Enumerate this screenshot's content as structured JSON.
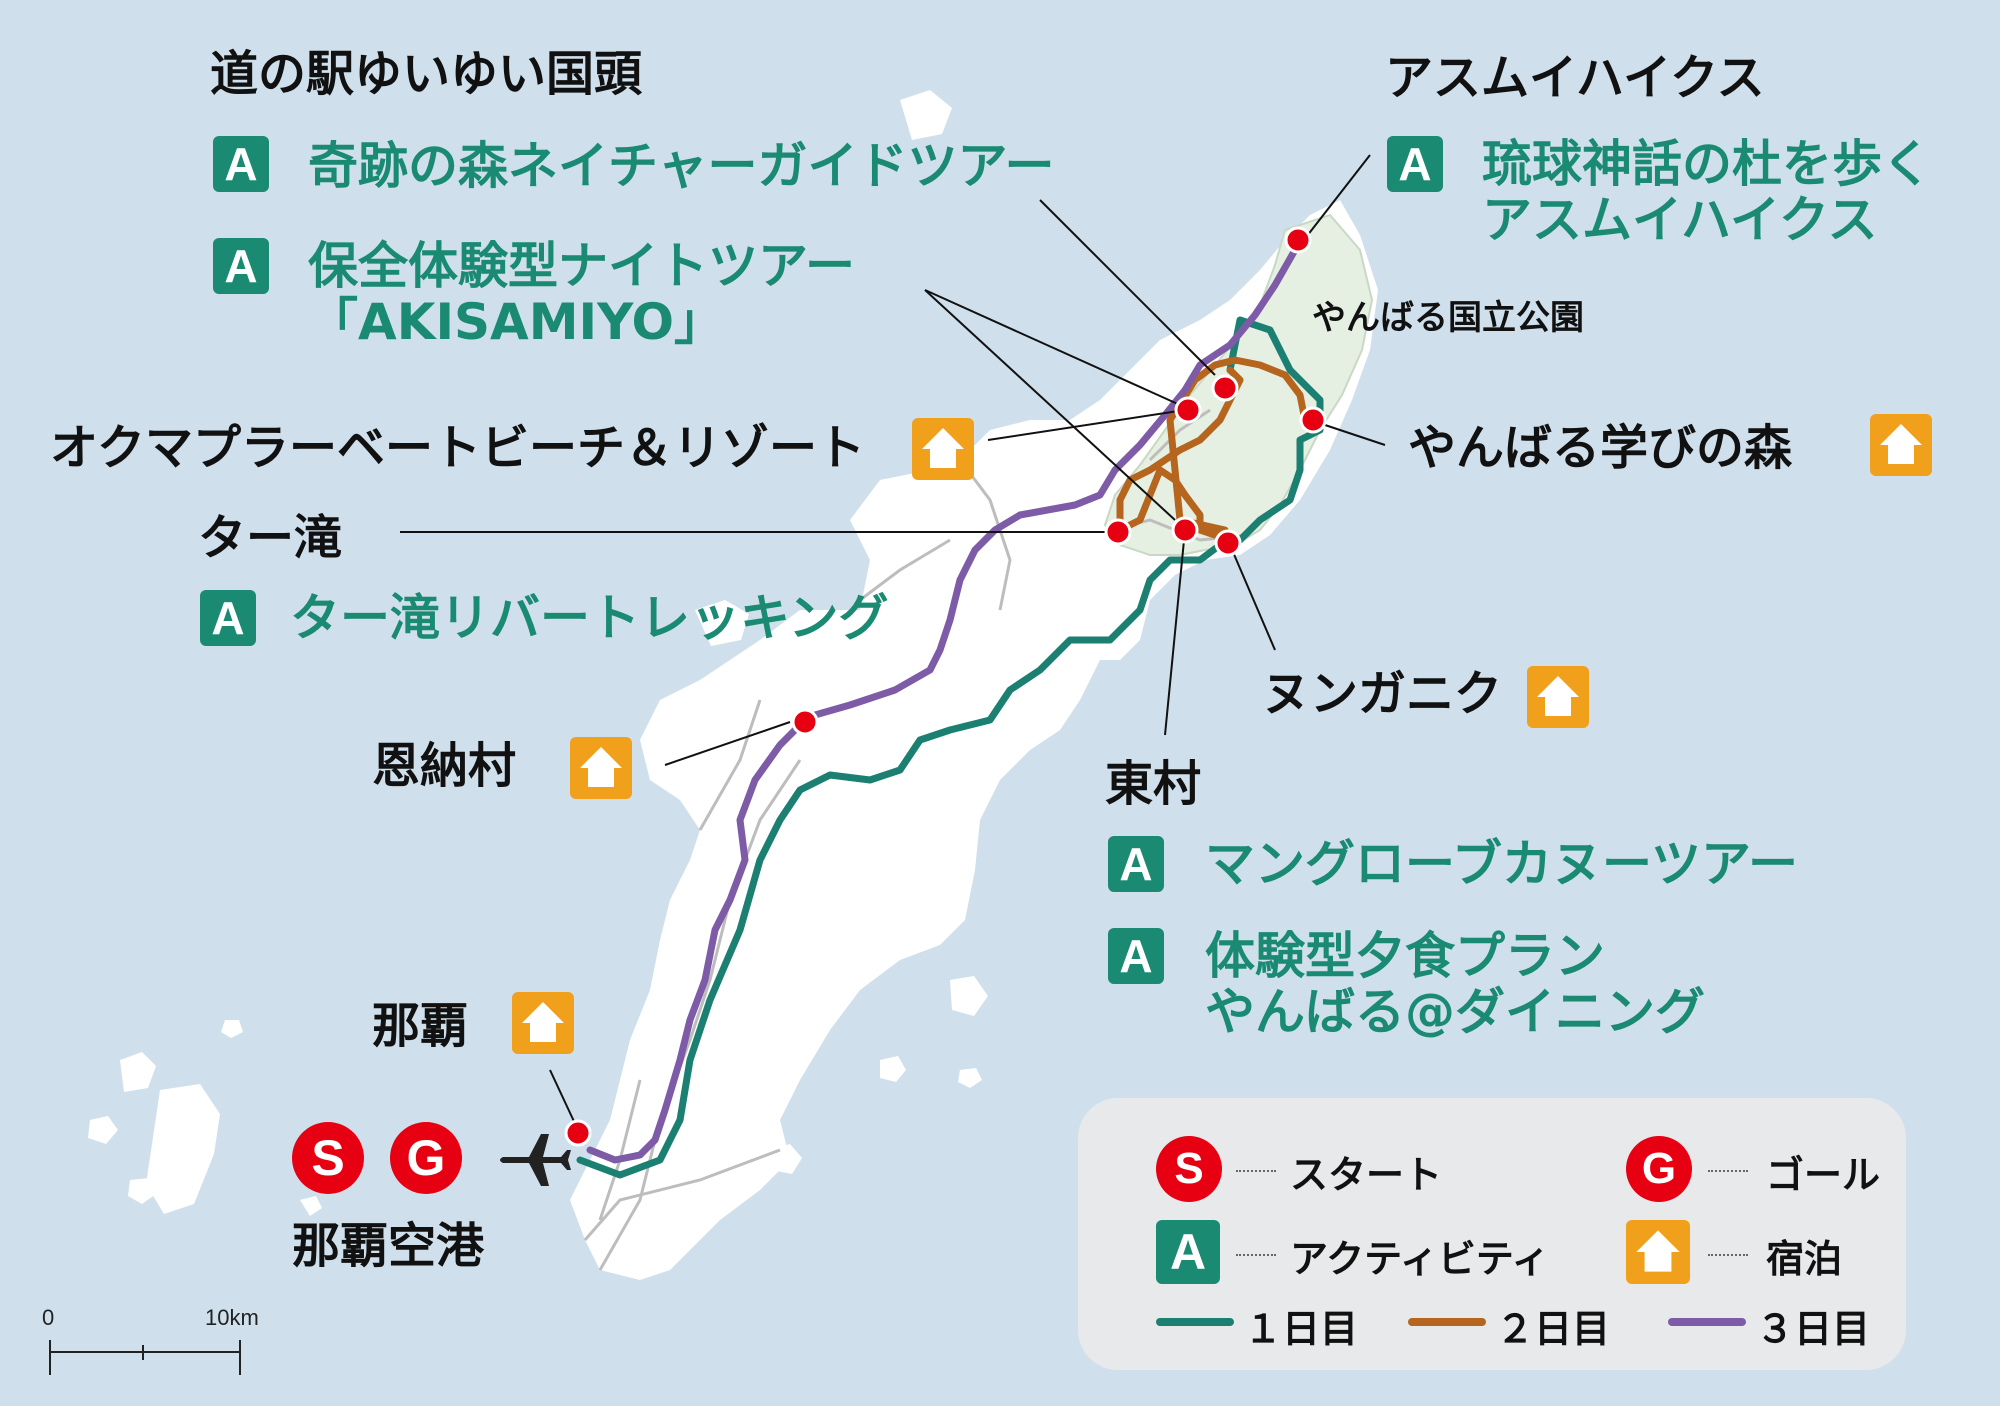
{
  "places": {
    "michinoeki": "道の駅ゆいゆい国頭",
    "asumui": "アスムイハイクス",
    "okuma": "オクマプラーベートビーチ＆リゾート",
    "yanbaru_manabi": "やんばる学びの森",
    "taa_taki": "ター滝",
    "nungaaniku": "ヌンガニク",
    "onna": "恩納村",
    "higashi": "東村",
    "naha": "那覇",
    "naha_airport": "那覇空港",
    "park": "やんばる国立公園"
  },
  "activities": {
    "kiseki": "奇跡の森ネイチャーガイドツアー",
    "night_1": "保全体験型ナイトツアー",
    "night_2": "「AKISAMIYO」",
    "ryukyu_1": "琉球神話の杜を歩く",
    "ryukyu_2": "アスムイハイクス",
    "taa_river": "ター滝リバートレッキング",
    "mangrove": "マングローブカヌーツアー",
    "dinner_1": "体験型夕食プラン",
    "dinner_2": "やんばる@ダイニング"
  },
  "badges": {
    "activity": "A",
    "start": "S",
    "goal": "G"
  },
  "legend": {
    "start": "スタート",
    "goal": "ゴール",
    "activity": "アクティビティ",
    "lodging": "宿泊",
    "day1": "１日目",
    "day2": "２日目",
    "day3": "３日目"
  },
  "scale": {
    "zero": "0",
    "ten": "10km"
  },
  "colors": {
    "sea": "#cfe0ec",
    "land": "#ffffff",
    "park": "#e6f0e2",
    "day1": "#1b7f72",
    "day2": "#b5651d",
    "day3": "#7d5ba6",
    "activity": "#1b8a72",
    "lodging": "#f0a01a",
    "marker": "#e60012"
  },
  "icons": [
    "house-icon",
    "airplane-icon"
  ]
}
